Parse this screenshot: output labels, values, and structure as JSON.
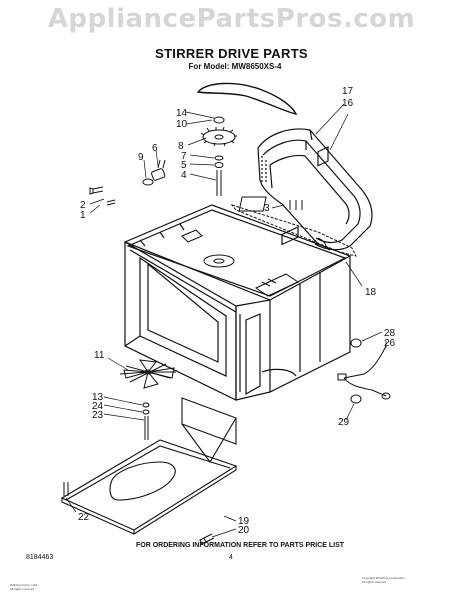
{
  "watermark": "AppliancePartsPros.com",
  "title": "STIRRER DRIVE PARTS",
  "model": "For Model: MW8650XS-4",
  "footer": {
    "ordering_note": "FOR ORDERING INFORMATION REFER TO PARTS PRICE LIST",
    "doc_number": "8184463",
    "page_number": "4",
    "copyright_left_line1": "Whirlpool Corp. USA",
    "copyright_left_line2": "All rights reserved",
    "copyright_right_line1": "Copyright Whirlpool Corporation",
    "copyright_right_line2": "All rights reserved"
  },
  "callouts": [
    {
      "id": "c1",
      "label": "1"
    },
    {
      "id": "c2",
      "label": "2"
    },
    {
      "id": "c3",
      "label": "3"
    },
    {
      "id": "c4",
      "label": "4"
    },
    {
      "id": "c5",
      "label": "5"
    },
    {
      "id": "c6",
      "label": "6"
    },
    {
      "id": "c7",
      "label": "7"
    },
    {
      "id": "c8",
      "label": "8"
    },
    {
      "id": "c9",
      "label": "9"
    },
    {
      "id": "c10",
      "label": "10"
    },
    {
      "id": "c11",
      "label": "11"
    },
    {
      "id": "c13",
      "label": "13"
    },
    {
      "id": "c14",
      "label": "14"
    },
    {
      "id": "c16",
      "label": "16"
    },
    {
      "id": "c17",
      "label": "17"
    },
    {
      "id": "c18",
      "label": "18"
    },
    {
      "id": "c19",
      "label": "19"
    },
    {
      "id": "c20",
      "label": "20"
    },
    {
      "id": "c22",
      "label": "22"
    },
    {
      "id": "c23",
      "label": "23"
    },
    {
      "id": "c24",
      "label": "24"
    },
    {
      "id": "c26",
      "label": "26"
    },
    {
      "id": "c28",
      "label": "28"
    },
    {
      "id": "c29",
      "label": "29"
    }
  ]
}
